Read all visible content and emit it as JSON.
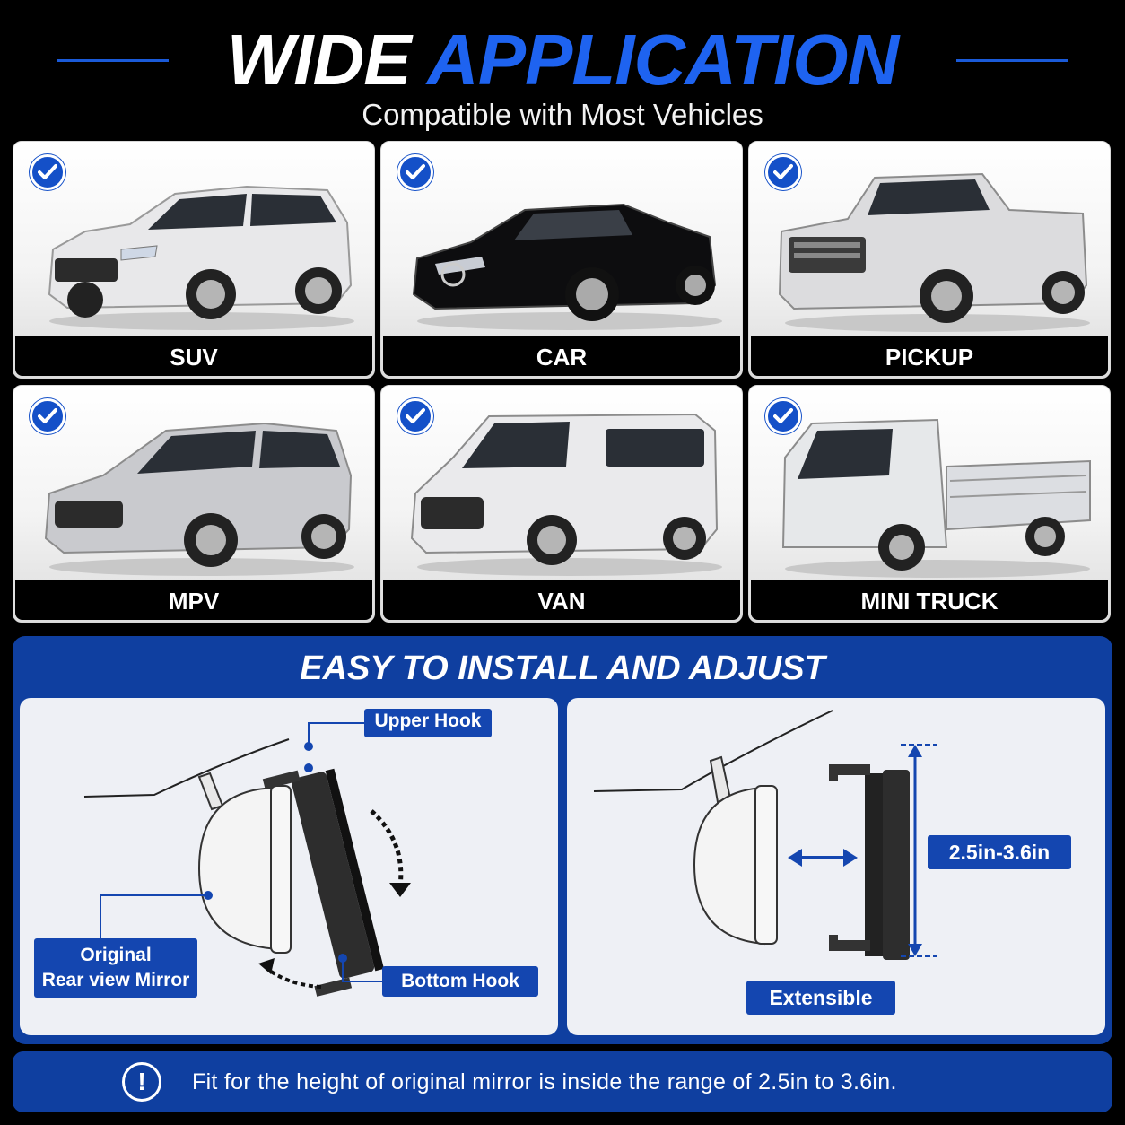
{
  "header": {
    "title_white": "WIDE",
    "title_blue": "APPLICATION",
    "subtitle": "Compatible with Most Vehicles"
  },
  "vehicles": [
    {
      "label": "SUV",
      "icon": "suv-icon"
    },
    {
      "label": "CAR",
      "icon": "sedan-icon"
    },
    {
      "label": "PICKUP",
      "icon": "pickup-icon"
    },
    {
      "label": "MPV",
      "icon": "mpv-icon"
    },
    {
      "label": "VAN",
      "icon": "van-icon"
    },
    {
      "label": "MINI TRUCK",
      "icon": "mini-truck-icon"
    }
  ],
  "install": {
    "title": "EASY TO INSTALL AND ADJUST",
    "left_panel": {
      "upper_hook": "Upper Hook",
      "bottom_hook": "Bottom Hook",
      "mirror_line1": "Original",
      "mirror_line2": "Rear view Mirror"
    },
    "right_panel": {
      "range": "2.5in-3.6in",
      "extensible": "Extensible"
    }
  },
  "note": {
    "icon": "exclamation-icon",
    "text": "Fit for the height of original mirror is inside the range of 2.5in to 3.6in."
  },
  "colors": {
    "accent_blue": "#1e63f0",
    "section_blue": "#0f3fa0",
    "tag_blue": "#1446b0",
    "check_blue": "#1450c8"
  }
}
